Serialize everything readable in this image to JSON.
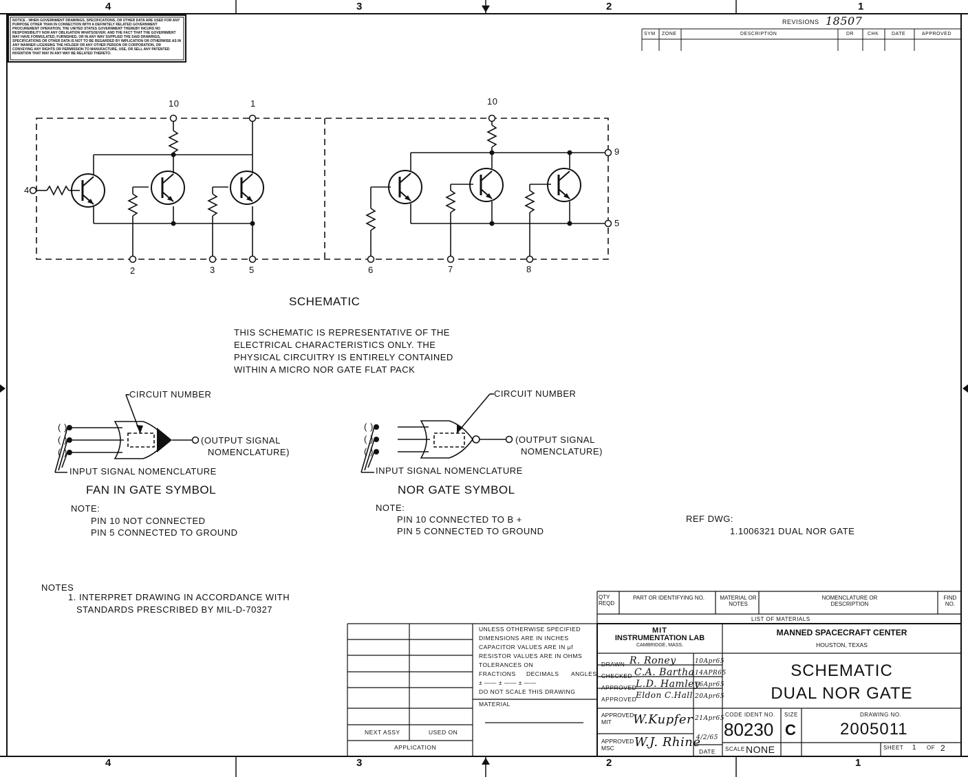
{
  "zones": {
    "z4": "4",
    "z3": "3",
    "z2": "2",
    "z1": "1"
  },
  "notice": {
    "text": "NOTICE - WHEN GOVERNMENT DRAWINGS, SPECIFICATIONS, OR OTHER DATA ARE USED FOR ANY PURPOSE OTHER THAN IN CONNECTION WITH A DEFINITELY RELATED GOVERNMENT PROCUREMENT OPERATION, THE UNITED STATES GOVERNMENT THEREBY INCURS NO RESPONSIBILITY NOR ANY OBLIGATION WHATSOEVER; AND THE FACT THAT THE GOVERNMENT MAY HAVE FORMULATED, FURNISHED, OR IN ANY WAY SUPPLIED THE SAID DRAWINGS, SPECIFICATIONS OR OTHER DATA IS NOT TO BE REGARDED BY IMPLICATION OR OTHERWISE AS IN ANY MANNER LICENSING THE HOLDER OR ANY OTHER PERSON OR CORPORATION, OR CONVEYING ANY RIGHTS OR PERMISSION TO MANUFACTURE, USE, OR SELL ANY PATENTED INVENTION THAT MAY IN ANY WAY BE RELATED THERETO."
  },
  "revisions": {
    "title": "REVISIONS",
    "number": "18507",
    "columns": [
      "SYM",
      "ZONE",
      "DESCRIPTION",
      "DR",
      "CHK",
      "DATE",
      "APPROVED"
    ]
  },
  "schematic": {
    "pins": {
      "p1": "1",
      "p2": "2",
      "p3": "3",
      "p4": "4",
      "p5": "5",
      "p6": "6",
      "p7": "7",
      "p8": "8",
      "p9": "9",
      "p10": "10",
      "p10b": "10",
      "p5b": "5"
    },
    "title": "SCHEMATIC",
    "description": [
      "THIS SCHEMATIC IS REPRESENTATIVE OF THE",
      "ELECTRICAL CHARACTERISTICS ONLY. THE",
      "PHYSICAL CIRCUITRY IS ENTIRELY CONTAINED",
      "WITHIN A MICRO NOR GATE FLAT PACK"
    ]
  },
  "fan_in": {
    "circuit_number": "CIRCUIT NUMBER",
    "output_1": "(OUTPUT SIGNAL",
    "output_2": "NOMENCLATURE)",
    "input_label": "INPUT SIGNAL NOMENCLATURE",
    "paren": "( )",
    "title": "FAN IN GATE SYMBOL",
    "note_label": "NOTE:",
    "notes": [
      "PIN 10 NOT CONNECTED",
      "PIN 5 CONNECTED TO GROUND"
    ]
  },
  "nor_gate": {
    "circuit_number": "CIRCUIT NUMBER",
    "output_1": "(OUTPUT SIGNAL",
    "output_2": "NOMENCLATURE)",
    "input_label": "INPUT SIGNAL NOMENCLATURE",
    "paren": "( )",
    "title": "NOR GATE SYMBOL",
    "note_label": "NOTE:",
    "notes": [
      "PIN 10 CONNECTED TO B +",
      "PIN 5 CONNECTED TO GROUND"
    ]
  },
  "ref_dwg": {
    "label": "REF DWG:",
    "value": "1.1006321 DUAL NOR GATE"
  },
  "general_notes": {
    "label": "NOTES",
    "lines": [
      "1. INTERPRET DRAWING IN ACCORDANCE WITH",
      "STANDARDS PRESCRIBED BY MIL-D-70327"
    ]
  },
  "materials": {
    "qty": "QTY REQD",
    "part": "PART OR IDENTIFYING NO.",
    "material": "MATERIAL OR NOTES",
    "nomenclature": "NOMENCLATURE OR DESCRIPTION",
    "find": "FIND NO.",
    "list_label": "LIST OF MATERIALS"
  },
  "tolerances": {
    "lines": [
      "UNLESS OTHERWISE SPECIFIED",
      "DIMENSIONS ARE IN INCHES",
      "CAPACITOR VALUES ARE IN µf",
      "RESISTOR VALUES ARE IN OHMS",
      "TOLERANCES ON"
    ],
    "fractions": "FRACTIONS",
    "decimals": "DECIMALS",
    "angles": "ANGLES",
    "pm_row": "± ——  ± ——  ± ——",
    "no_scale": "DO NOT SCALE THIS DRAWING",
    "material_label": "MATERIAL"
  },
  "application": {
    "next_assy": "NEXT ASSY",
    "used_on": "USED ON",
    "label": "APPLICATION"
  },
  "title_block": {
    "org1": "MIT",
    "org2": "INSTRUMENTATION LAB",
    "org3": "CAMBRIDGE, MASS.",
    "center1": "MANNED SPACECRAFT CENTER",
    "center2": "HOUSTON, TEXAS",
    "title1": "SCHEMATIC",
    "title2": "DUAL NOR GATE",
    "drawn_label": "DRAWN",
    "drawn_sig": "R. Roney",
    "drawn_date": "10Apr65",
    "checked_label": "CHECKED",
    "checked_sig": "C.A. Bartha",
    "checked_date": "14APR65",
    "approved_label": "APPROVED",
    "approved1_sig": "L.D. Hamley",
    "approved1_date": "16Apr65",
    "approved2_sig": "Eldon C.Hall",
    "approved2_date": "20Apr65",
    "approved_mit": "APPROVED MIT",
    "mit_sig": "W.Kupfer",
    "mit_date": "21Apr65",
    "approved_msc": "APPROVED MSC",
    "msc_sig": "W.J. Rhine",
    "msc_date": "4/2/65",
    "date_label": "DATE",
    "code_ident_label": "CODE IDENT NO.",
    "code_ident": "80230",
    "size_label": "SIZE",
    "size": "C",
    "drawing_no_label": "DRAWING NO.",
    "drawing_no": "2005011",
    "scale_label": "SCALE",
    "scale": "NONE",
    "sheet_label": "SHEET",
    "sheet": "1",
    "of_label": "OF",
    "of": "2"
  }
}
